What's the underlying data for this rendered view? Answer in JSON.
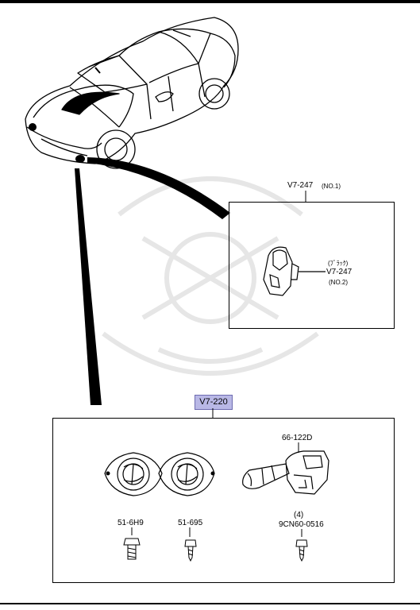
{
  "callouts": {
    "relay_top": "V7-247",
    "relay_top_note": "(NO.1)",
    "relay_side_jp": "(ﾌﾞﾗｯｸ)",
    "relay_side": "V7-247",
    "relay_side_note": "(NO.2)",
    "group_tag": "V7-220",
    "switch": "66-122D",
    "bolt_1": "51-6H9",
    "bolt_2": "51-695",
    "bolt_3_qty": "(4)",
    "bolt_3": "9CN60-0516"
  },
  "colors": {
    "group_tag_bg": "#b9b8e6",
    "line": "#000000"
  },
  "icons": [
    "car-illustration",
    "relay-bracket-icon",
    "fog-lamp-icon",
    "combination-switch-icon",
    "bolt-icon",
    "watermark-emblem"
  ]
}
